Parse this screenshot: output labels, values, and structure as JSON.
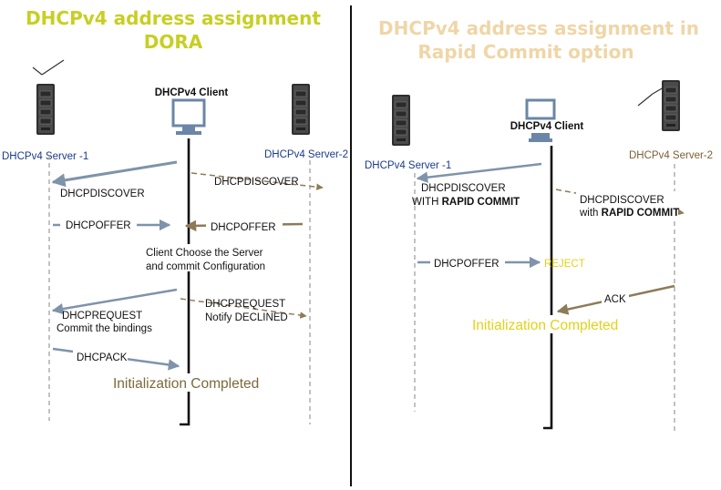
{
  "colors": {
    "left_title": "#c7cf23",
    "right_title": "#efd6a7",
    "blue_arrow": "#7f93aa",
    "brown_arrow": "#8d7b58",
    "left_completed": "#7b6a3a",
    "right_completed": "#e2d21a",
    "reject": "#e2d21a",
    "right_server2_label": "#7a6133",
    "dashed_line": "#9a9a9a"
  },
  "left": {
    "title_line1": "DHCPv4 address assignment",
    "title_line2": "DORA",
    "client_label": "DHCPv4 Client",
    "server1_label": "DHCPv4 Server -1",
    "server2_label": "DHCPv4 Server-2",
    "discover1": "DHCPDISCOVER",
    "discover2": "DHCPDISCOVER",
    "offer1": "DHCPOFFER",
    "offer2": "DHCPOFFER",
    "choose_line1": "Client Choose the Server",
    "choose_line2": "and commit Configuration",
    "request1_line1": "DHCPREQUEST",
    "request1_line2": "Commit the bindings",
    "request2_line1": "DHCPREQUEST",
    "request2_line2": "Notify DECLINED",
    "ack": "DHCPACK",
    "completed": "Initialization Completed"
  },
  "right": {
    "title_line1": "DHCPv4 address assignment in",
    "title_line2": "Rapid Commit option",
    "client_label": "DHCPv4 Client",
    "server1_label": "DHCPv4 Server -1",
    "server2_label": "DHCPv4 Server-2",
    "discover1_line1": "DHCPDISCOVER",
    "discover1_line2_prefix": "WITH ",
    "discover1_line2_bold": "RAPID COMMIT",
    "discover2_line1": "DHCPDISCOVER",
    "discover2_line2_prefix": "with ",
    "discover2_line2_bold": "RAPID COMMIT",
    "offer": "DHCPOFFER",
    "reject": "REJECT",
    "ack": "ACK",
    "completed": "Initialization Completed"
  },
  "icons": [
    "server-icon",
    "monitor-icon",
    "antenna-icon"
  ]
}
